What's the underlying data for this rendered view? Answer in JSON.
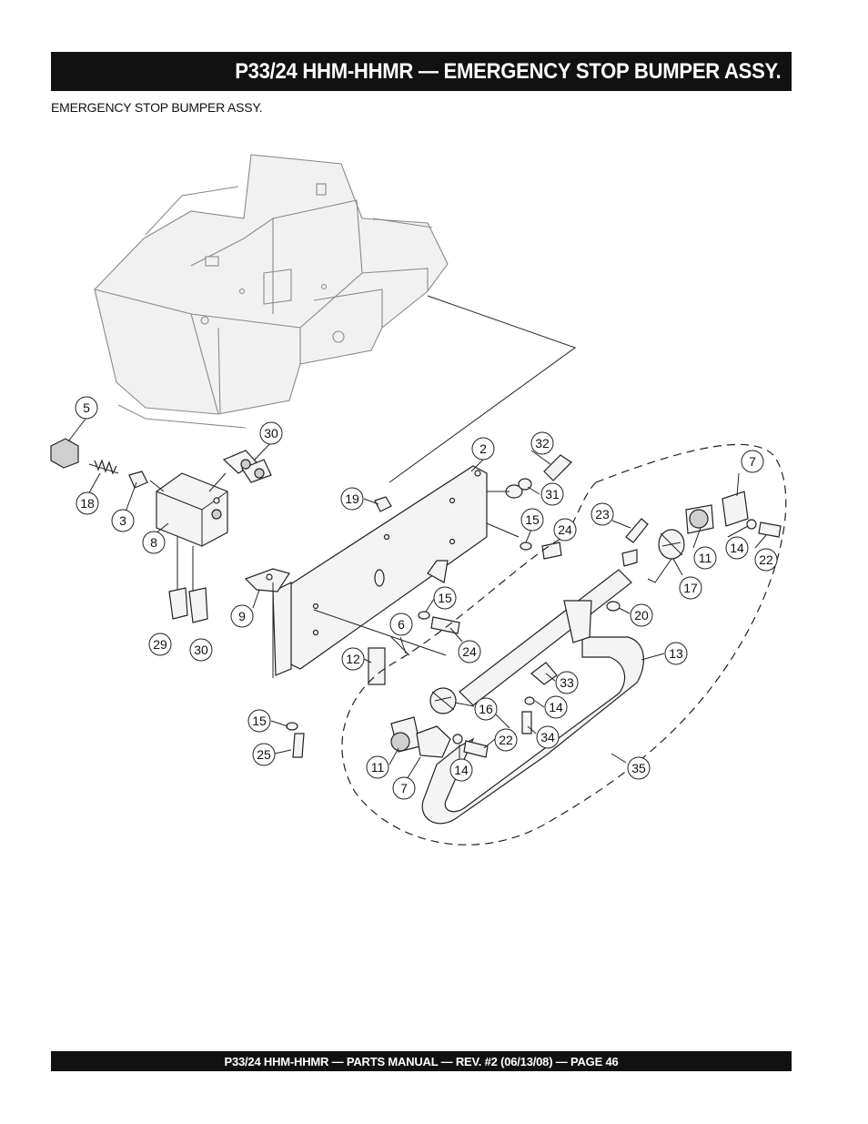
{
  "header": {
    "title": "P33/24 HHM-HHMR — EMERGENCY STOP BUMPER ASSY."
  },
  "section": {
    "subtitle": "EMERGENCY STOP BUMPER ASSY."
  },
  "footer": {
    "text": "P33/24 HHM-HHMR — PARTS MANUAL — REV. #2 (06/13/08) — PAGE 46"
  },
  "callouts": [
    {
      "id": "c5",
      "label": "5"
    },
    {
      "id": "c30a",
      "label": "30"
    },
    {
      "id": "c18",
      "label": "18"
    },
    {
      "id": "c3",
      "label": "3"
    },
    {
      "id": "c8",
      "label": "8"
    },
    {
      "id": "c2",
      "label": "2"
    },
    {
      "id": "c32",
      "label": "32"
    },
    {
      "id": "c19",
      "label": "19"
    },
    {
      "id": "c31",
      "label": "31"
    },
    {
      "id": "c15a",
      "label": "15"
    },
    {
      "id": "c24a",
      "label": "24"
    },
    {
      "id": "c7a",
      "label": "7"
    },
    {
      "id": "c23",
      "label": "23"
    },
    {
      "id": "c11a",
      "label": "11"
    },
    {
      "id": "c14a",
      "label": "14"
    },
    {
      "id": "c22a",
      "label": "22"
    },
    {
      "id": "c17",
      "label": "17"
    },
    {
      "id": "c9",
      "label": "9"
    },
    {
      "id": "c15b",
      "label": "15"
    },
    {
      "id": "c6",
      "label": "6"
    },
    {
      "id": "c20",
      "label": "20"
    },
    {
      "id": "c29",
      "label": "29"
    },
    {
      "id": "c30b",
      "label": "30"
    },
    {
      "id": "c24b",
      "label": "24"
    },
    {
      "id": "c13",
      "label": "13"
    },
    {
      "id": "c12",
      "label": "12"
    },
    {
      "id": "c33",
      "label": "33"
    },
    {
      "id": "c16",
      "label": "16"
    },
    {
      "id": "c14b",
      "label": "14"
    },
    {
      "id": "c15c",
      "label": "15"
    },
    {
      "id": "c22b",
      "label": "22"
    },
    {
      "id": "c34",
      "label": "34"
    },
    {
      "id": "c25",
      "label": "25"
    },
    {
      "id": "c11b",
      "label": "11"
    },
    {
      "id": "c14c",
      "label": "14"
    },
    {
      "id": "c35",
      "label": "35"
    },
    {
      "id": "c7b",
      "label": "7"
    }
  ]
}
